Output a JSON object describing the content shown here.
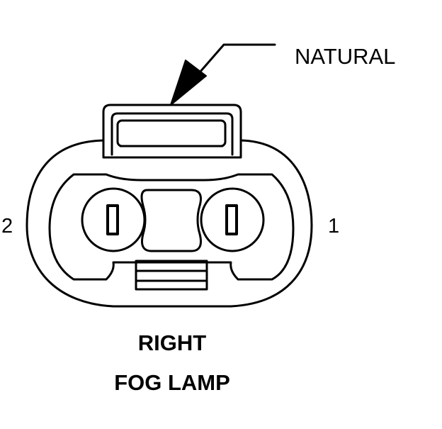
{
  "callout": {
    "label": "NATURAL"
  },
  "pins": {
    "left": "2",
    "right": "1"
  },
  "caption": {
    "line1": "RIGHT",
    "line2": "FOG LAMP"
  },
  "colors": {
    "stroke": "#000000",
    "background": "#ffffff"
  }
}
